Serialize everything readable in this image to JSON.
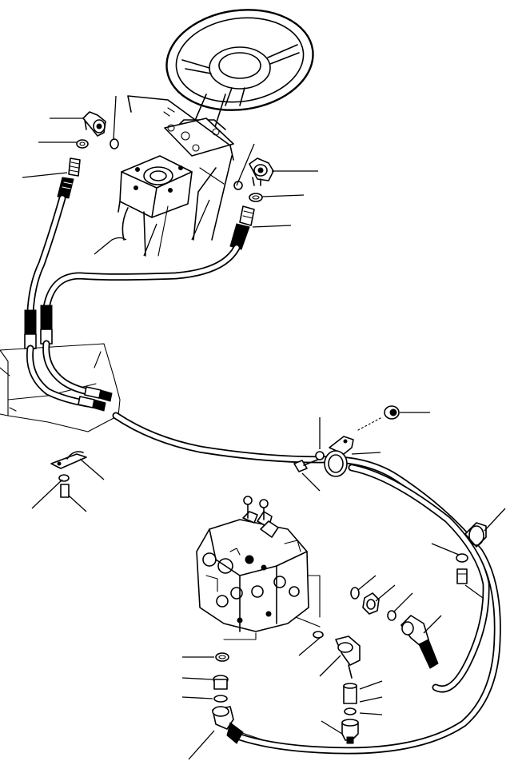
{
  "figure": {
    "subject": "steering-hydraulic-lines-exploded-view",
    "components": [
      "steering-wheel",
      "steering-column",
      "steering-valve",
      "hose-left",
      "hose-right",
      "hose-to-control-valve",
      "control-valve",
      "elbow-fittings",
      "adapters",
      "o-rings",
      "clamps",
      "bolts",
      "washers",
      "cap"
    ],
    "callout_count": 30
  }
}
